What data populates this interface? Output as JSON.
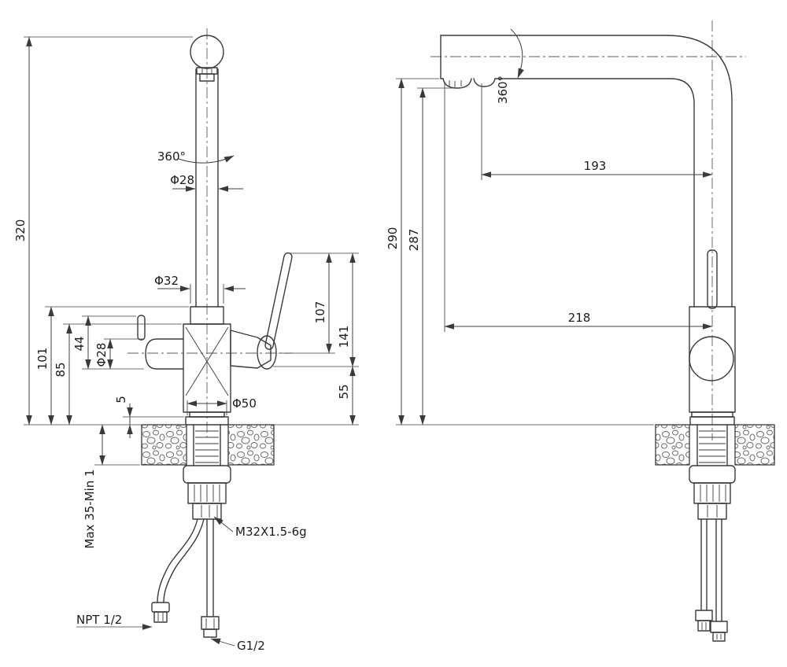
{
  "page": {
    "background": "#ffffff",
    "line_color": "#3a3a3a"
  },
  "front_view": {
    "swivel": "360°",
    "spout_diameter": "Φ28",
    "body_diameter": "Φ32",
    "handle_diameter": "Φ28",
    "base_diameter": "Φ50",
    "overall_height": "320",
    "height_101": "101",
    "height_85": "85",
    "height_44": "44",
    "base_height": "5",
    "lever_height_107": "107",
    "lever_height_141": "141",
    "outlet_height_55": "55",
    "mount_thickness": "Max 35-Min 1",
    "shank_thread": "M32X1.5-6g",
    "inlet_fitting": "NPT 1/2",
    "outlet_fitting": "G1/2"
  },
  "side_view": {
    "swivel": "360°",
    "spout_reach": "193",
    "overall_reach": "218",
    "spout_height": "290",
    "aerator_height": "287"
  }
}
